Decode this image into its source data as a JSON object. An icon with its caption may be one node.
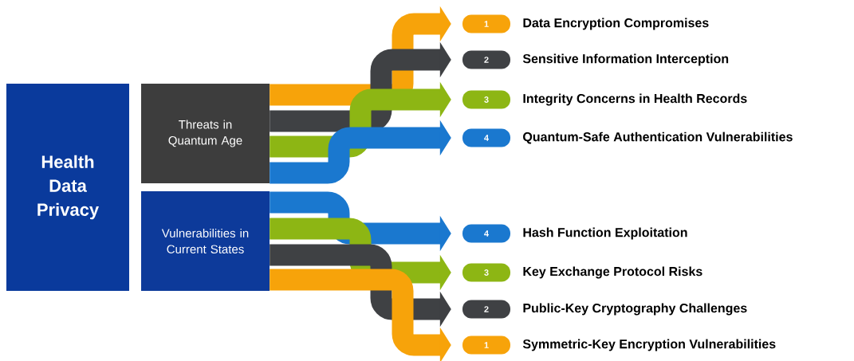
{
  "diagram": {
    "nodes": [
      {
        "text": [
          "Health Data Privacy"
        ]
      },
      {
        "text": [
          "Threats in Quantum Age"
        ]
      },
      {
        "text": [
          "Vulnerabilities in Current States"
        ]
      },
      {
        "text": [
          "1"
        ],
        "beside": [
          "Data Encryption Compromises"
        ]
      },
      {
        "text": [
          "2"
        ],
        "beside": [
          "Sensitive Information Interception"
        ]
      },
      {
        "text": [
          "3"
        ],
        "beside": [
          "Integrity Concerns in Health Records"
        ]
      },
      {
        "text": [
          "4"
        ],
        "beside": [
          "Quantum-Safe Authentication Vulnerabilities"
        ]
      },
      {
        "text": [
          "4"
        ],
        "beside": [
          "Hash Function Exploitation"
        ]
      },
      {
        "text": [
          "3"
        ],
        "beside": [
          "Key Exchange Protocol Risks"
        ]
      },
      {
        "text": [
          "2"
        ],
        "beside": [
          "Public-Key Cryptography Challenges"
        ]
      },
      {
        "text": [
          "1"
        ],
        "beside": [
          "Symmetric-Key Encryption Vulnerabilities"
        ]
      }
    ],
    "edges": [
      {
        "from": 1,
        "to": 3,
        "arrow": "to",
        "color": "#f7a30a"
      },
      {
        "from": 1,
        "to": 4,
        "arrow": "to",
        "color": "#3f4144"
      },
      {
        "from": 1,
        "to": 5,
        "arrow": "to",
        "color": "#8db614"
      },
      {
        "from": 1,
        "to": 6,
        "arrow": "to",
        "color": "#1a78cf"
      },
      {
        "from": 2,
        "to": 7,
        "arrow": "to",
        "color": "#1a78cf"
      },
      {
        "from": 2,
        "to": 8,
        "arrow": "to",
        "color": "#8db614"
      },
      {
        "from": 2,
        "to": 9,
        "arrow": "to",
        "color": "#3f4144"
      },
      {
        "from": 2,
        "to": 10,
        "arrow": "to",
        "color": "#f7a30a"
      }
    ]
  }
}
